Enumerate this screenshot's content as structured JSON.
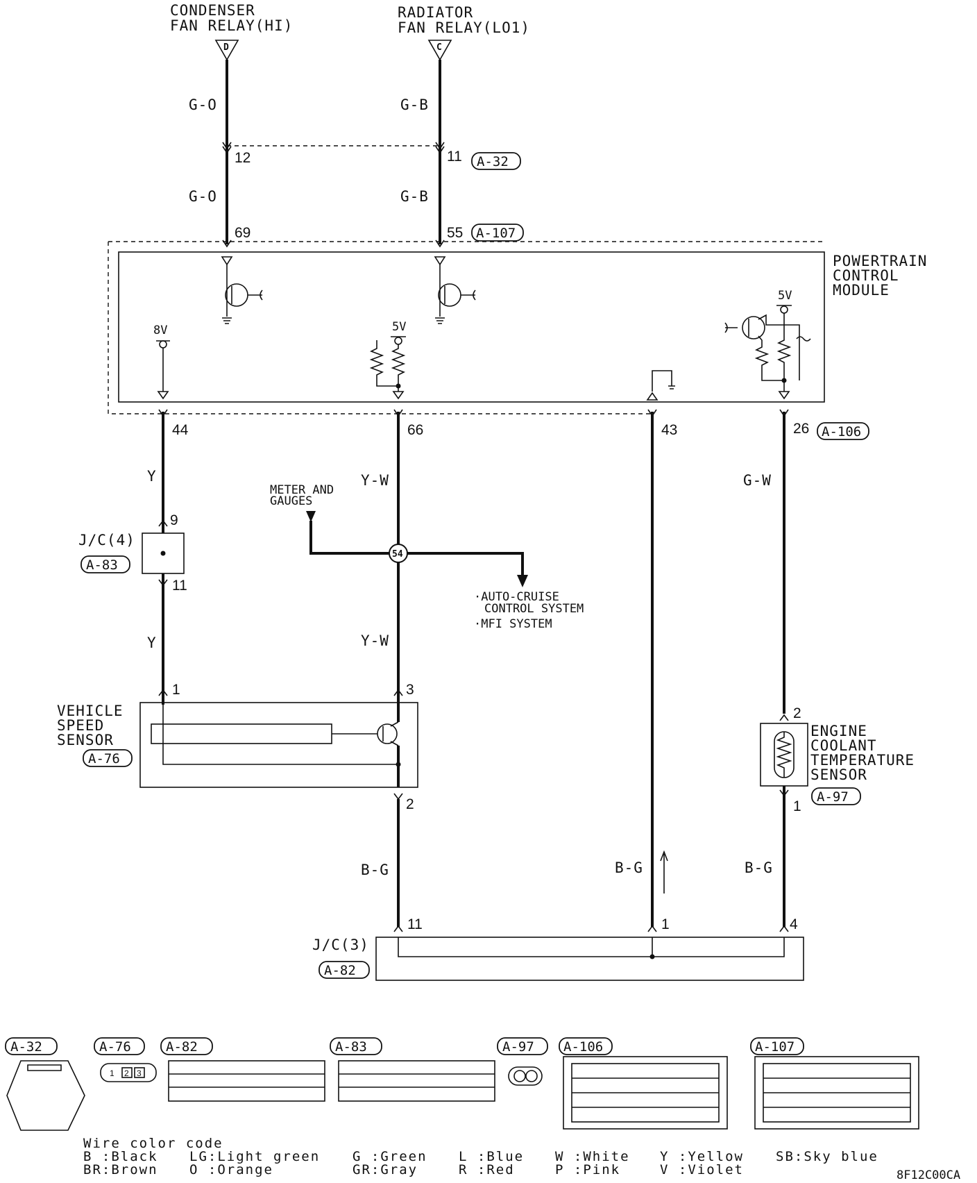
{
  "relays": {
    "condenser_line1": "CONDENSER",
    "condenser_line2": "FAN RELAY(HI)",
    "condenser_marker": "D",
    "radiator_line1": "RADIATOR",
    "radiator_line2": "FAN RELAY(LO1)",
    "radiator_marker": "C"
  },
  "wires": {
    "g_o": "G-O",
    "g_b": "G-B",
    "y": "Y",
    "y_w": "Y-W",
    "g_w": "G-W",
    "b_g": "B-G"
  },
  "pins": {
    "p12": "12",
    "p11": "11",
    "p69": "69",
    "p55": "55",
    "p44": "44",
    "p66": "66",
    "p43": "43",
    "p26": "26",
    "p9": "9",
    "p11b": "11",
    "p1": "1",
    "p3": "3",
    "p2": "2",
    "p2b": "2",
    "p1b": "1",
    "p11c": "11",
    "p1c": "1",
    "p4": "4",
    "junction": "54"
  },
  "connectors": {
    "a32": "A-32",
    "a107": "A-107",
    "a106": "A-106",
    "a83": "A-83",
    "a76": "A-76",
    "a97": "A-97",
    "a82": "A-82"
  },
  "pcm": {
    "line1": "POWERTRAIN",
    "line2": "CONTROL",
    "line3": "MODULE",
    "v8": "8V",
    "v5a": "5V",
    "v5b": "5V"
  },
  "components": {
    "jc4": "J/C(4)",
    "jc3": "J/C(3)",
    "meter_line1": "METER AND",
    "meter_line2": "GAUGES",
    "auto_cruise_line1": "·AUTO-CRUISE",
    "auto_cruise_line2": "CONTROL SYSTEM",
    "mfi": "·MFI SYSTEM",
    "vss_line1": "VEHICLE",
    "vss_line2": "SPEED",
    "vss_line3": "SENSOR",
    "ect_line1": "ENGINE",
    "ect_line2": "COOLANT",
    "ect_line3": "TEMPERATURE",
    "ect_line4": "SENSOR"
  },
  "connector_views": {
    "a32": "A-32",
    "a76": "A-76",
    "a82": "A-82",
    "a83": "A-83",
    "a97": "A-97",
    "a106": "A-106",
    "a107": "A-107"
  },
  "legend": {
    "title": "Wire color code",
    "b": "B :Black",
    "br": "BR:Brown",
    "lg": "LG:Light green",
    "o": "O :Orange",
    "g": "G :Green",
    "gr": "GR:Gray",
    "l": "L :Blue",
    "r": "R :Red",
    "w": "W :White",
    "p": "P :Pink",
    "yl": "Y :Yellow",
    "v": "V :Violet",
    "sb": "SB:Sky blue"
  },
  "code": "8F12C00CA"
}
